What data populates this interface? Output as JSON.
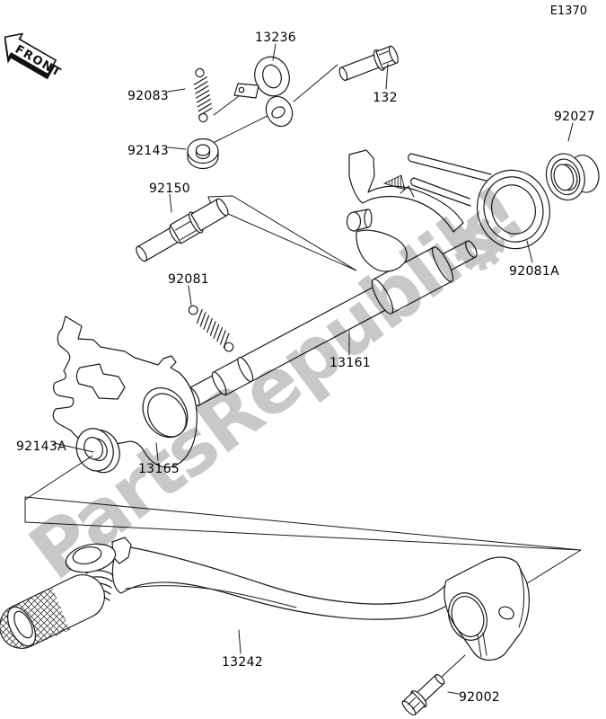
{
  "diagram": {
    "code": "E1370",
    "front_label": "FRONT",
    "watermark_text": "PartsRepublik!",
    "line_color": "#1a1a1a",
    "watermark_color": "#c8c8c8",
    "background_color": "#ffffff"
  },
  "parts": [
    {
      "number": "13236"
    },
    {
      "number": "132"
    },
    {
      "number": "92083"
    },
    {
      "number": "92143"
    },
    {
      "number": "92027"
    },
    {
      "number": "92150"
    },
    {
      "number": "92081"
    },
    {
      "number": "92081A"
    },
    {
      "number": "13161"
    },
    {
      "number": "92143A"
    },
    {
      "number": "13165"
    },
    {
      "number": "13242"
    },
    {
      "number": "92002"
    }
  ]
}
